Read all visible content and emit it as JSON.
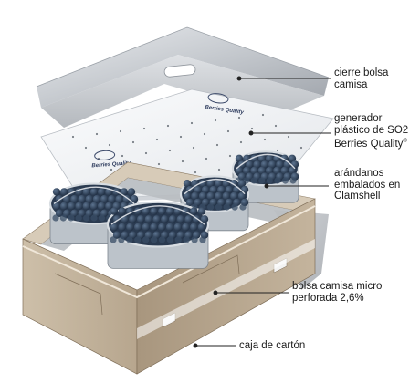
{
  "labels": {
    "closure": {
      "line1": "cierre bolsa",
      "line2": "camisa"
    },
    "generator": {
      "line1": "generador",
      "line2": "plástico de SO2",
      "line3": "Berries Quality",
      "mark": "®"
    },
    "blueberries": {
      "line1": "arándanos",
      "line2": "embalados en",
      "line3": "Clamshell"
    },
    "bag": {
      "line1": "bolsa camisa micro",
      "line2": "perforada 2,6%"
    },
    "box": {
      "line1": "caja de cartón"
    }
  },
  "sheet_branding": {
    "text": "Berries Quality"
  },
  "colors": {
    "bag_film": "#c9ccd0",
    "generator_sheet": "#f4f5f7",
    "cardboard": "#c9b9a3",
    "cardboard_dark": "#9e8c75",
    "clamshell": "#d8dde2",
    "berry": "#2c3f57",
    "leader_line": "#222222"
  }
}
